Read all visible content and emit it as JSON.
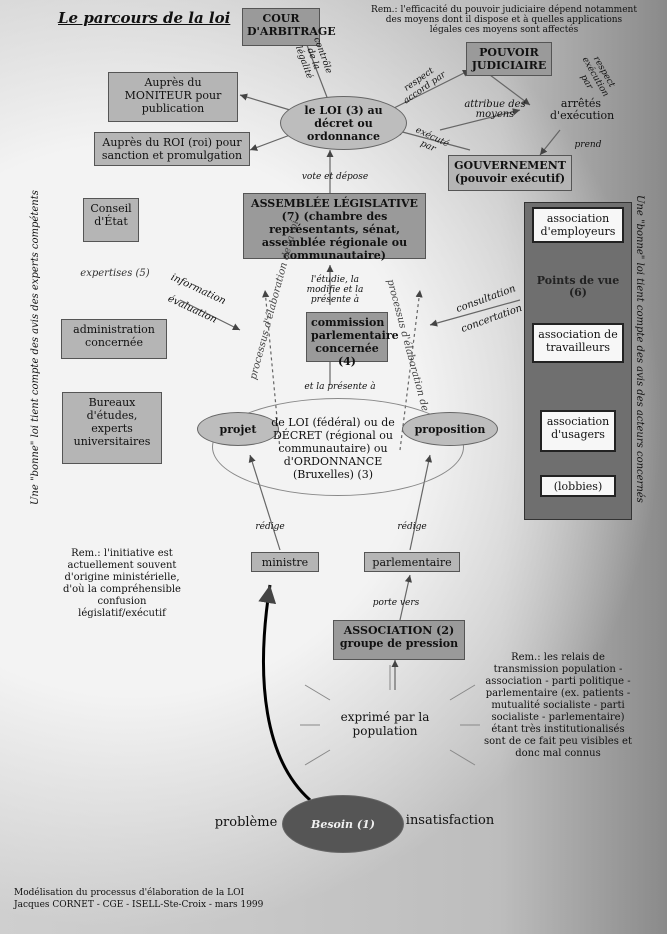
{
  "title": "Le parcours de la loi",
  "rem_top": "Rem.: l'efficacité du pouvoir judiciaire dépend notamment des moyens dont il dispose et à quelles applications légales ces moyens sont affectés",
  "cour_arbitrage": "COUR D'ARBITRAGE",
  "pouvoir_judiciaire": "POUVOIR JUDICIAIRE",
  "moniteur": "Auprès du MONITEUR pour publication",
  "roi": "Auprès du ROI (roi) pour sanction et promulgation",
  "loi_center": "le LOI (3) au décret ou ordonnance",
  "controle_legalite": "contrôle de la légalité",
  "respect_accord": "respect accord par",
  "respect_execution": "respect exécution par",
  "attribue_moyens": "attribue des moyens",
  "arretes": "arrêtés d'exécution",
  "execute_par": "exécuté par",
  "prend": "prend",
  "gouvernement": "GOUVERNEMENT (pouvoir exécutif)",
  "vote_depose": "vote et dépose",
  "assemblee": "ASSEMBLÉE LÉGISLATIVE (7) (chambre des représentants, sénat, assemblée régionale ou communautaire)",
  "conseil_etat": "Conseil d'État",
  "expertises": "expertises (5)",
  "information": "information",
  "evaluation": "évaluation",
  "administration": "administration concernée",
  "bureaux": "Bureaux d'études, experts universitaires",
  "left_vertical": "Une \"bonne\" loi tient compte des avis des experts compétents",
  "right_vertical": "Une \"bonne\" loi tient compte des avis des acteurs concernés",
  "etudie": "l'étudie, la modifie et la présente à",
  "processus_left": "processus d'élaboration de la loi",
  "processus_right": "processus d'élaboration de la loi",
  "commission": "commission parlementaire concernée (4)",
  "presente_a": "et la présente à",
  "consultation": "consultation",
  "concertation": "concertation",
  "association_employeurs": "association d'employeurs",
  "points_vue": "Points de vue (6)",
  "association_travailleurs": "association de travailleurs",
  "association_usagers": "association d'usagers",
  "lobbies": "(lobbies)",
  "projet": "projet",
  "proposition": "proposition",
  "decret_center": "de LOI (fédéral) ou de DÉCRET (régional ou communautaire) ou d'ORDONNANCE (Bruxelles) (3)",
  "redige_left": "rédige",
  "redige_right": "rédige",
  "rem_left": "Rem.: l'initiative est actuellement souvent d'origine ministérielle, d'où la compréhensible confusion législatif/exécutif",
  "ministre": "ministre",
  "parlementaire": "parlementaire",
  "porte_vers": "porte vers",
  "association_pression": "ASSOCIATION (2) groupe de pression",
  "rem_right": "Rem.: les relais de transmission population - association - parti politique - parlementaire (ex. patients - mutualité socialiste - parti socialiste - parlementaire) étant très institutionalisés sont de ce fait peu visibles et donc mal connus",
  "exprime": "exprimé par la population",
  "probleme": "problème",
  "besoin": "Besoin (1)",
  "insatisfaction": "insatisfaction",
  "footer_line1": "Modélisation du processus d'élaboration de la LOI",
  "footer_line2": "Jacques CORNET - CGE - ISELL-Ste-Croix - mars 1999"
}
